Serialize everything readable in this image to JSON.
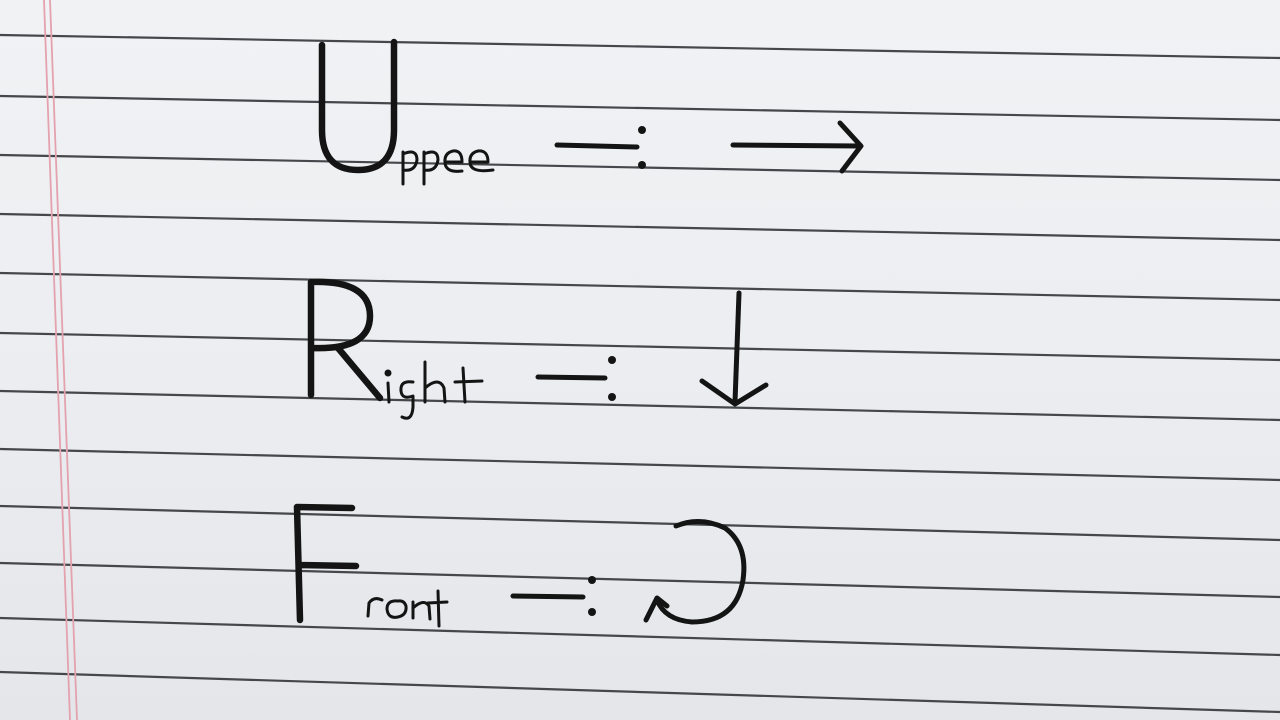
{
  "notes": [
    {
      "letter": "U",
      "word_rest": "ppee",
      "separator": "÷",
      "move": "right-arrow"
    },
    {
      "letter": "R",
      "word_rest": "ight",
      "separator": "÷",
      "move": "down-arrow"
    },
    {
      "letter": "F",
      "word_rest": "ront",
      "separator": "÷",
      "move": "clockwise-turn-arrow"
    }
  ],
  "colors": {
    "paper": "#eceef1",
    "rule_lines": "#45474b",
    "margin_line": "#e3a2ae",
    "ink": "#141414"
  }
}
